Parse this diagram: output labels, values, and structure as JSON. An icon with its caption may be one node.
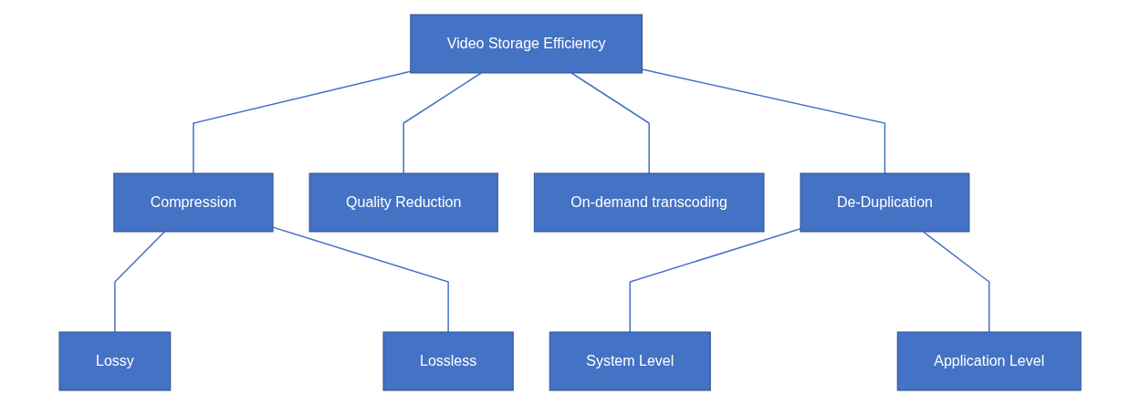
{
  "diagram": {
    "nodes": [
      {
        "text": [
          "Video Storage Efficiency"
        ]
      },
      {
        "text": [
          "Compression"
        ]
      },
      {
        "text": [
          "Quality Reduction"
        ]
      },
      {
        "text": [
          "On-demand transcoding"
        ]
      },
      {
        "text": [
          "De-Duplication"
        ]
      },
      {
        "text": [
          "Lossy"
        ]
      },
      {
        "text": [
          "Lossless"
        ]
      },
      {
        "text": [
          "System Level"
        ]
      },
      {
        "text": [
          "Application Level"
        ]
      }
    ],
    "edges": [
      {
        "from": 0,
        "to": 1,
        "arrow": "none"
      },
      {
        "from": 0,
        "to": 2,
        "arrow": "none"
      },
      {
        "from": 0,
        "to": 3,
        "arrow": "none"
      },
      {
        "from": 0,
        "to": 4,
        "arrow": "none"
      },
      {
        "from": 1,
        "to": 5,
        "arrow": "none"
      },
      {
        "from": 1,
        "to": 6,
        "arrow": "none"
      },
      {
        "from": 4,
        "to": 7,
        "arrow": "none"
      },
      {
        "from": 4,
        "to": 8,
        "arrow": "none"
      }
    ]
  }
}
